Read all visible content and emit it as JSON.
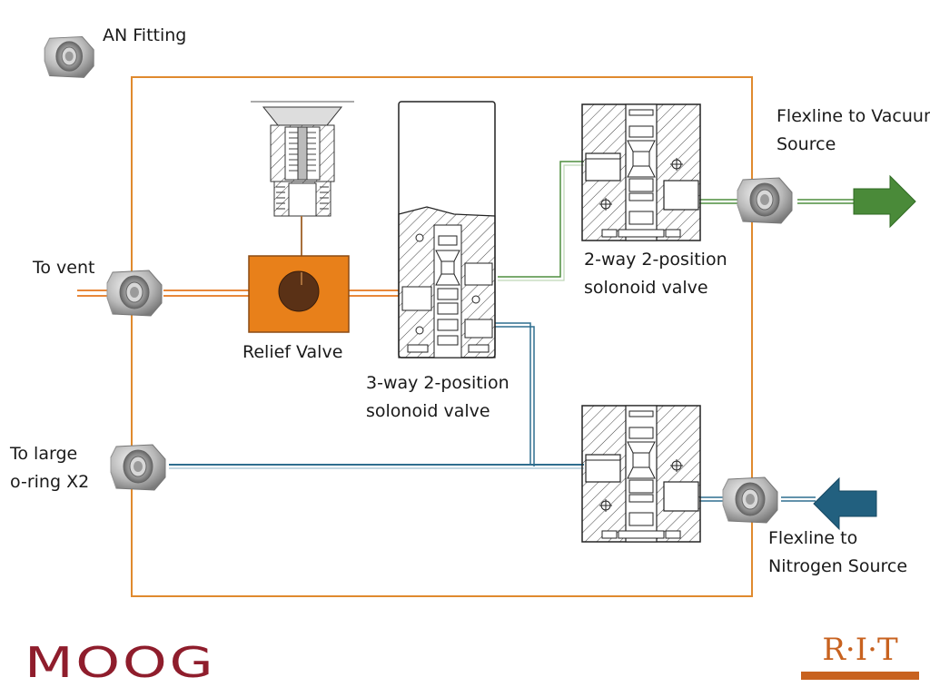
{
  "labels": {
    "an_fitting": "AN Fitting",
    "to_vent": "To vent",
    "to_large": [
      "To large",
      "o-ring X2"
    ],
    "relief_valve": "Relief Valve",
    "three_way": [
      "3-way 2-position",
      "solonoid valve"
    ],
    "two_way": [
      "2-way 2-position",
      "solonoid valve"
    ],
    "flexline_vacuum": [
      "Flexline to Vacuum",
      "Source"
    ],
    "flexline_nitrogen": [
      "Flexline to",
      "Nitrogen Source"
    ]
  },
  "logos": {
    "moog": "MOOG",
    "rit": "R·I·T"
  },
  "colors": {
    "manifold_border": "#e08a2e",
    "vent_line": "#e8883a",
    "vacuum_line": "#4f8d3e",
    "nitrogen_line": "#2f6e8f",
    "relief_body": "#e8801a",
    "relief_ball": "#5a3116",
    "vacuum_arrow": "#4a8a39",
    "nitrogen_arrow": "#22607f",
    "moog": "#8f1d2c",
    "rit": "#c8621f"
  }
}
